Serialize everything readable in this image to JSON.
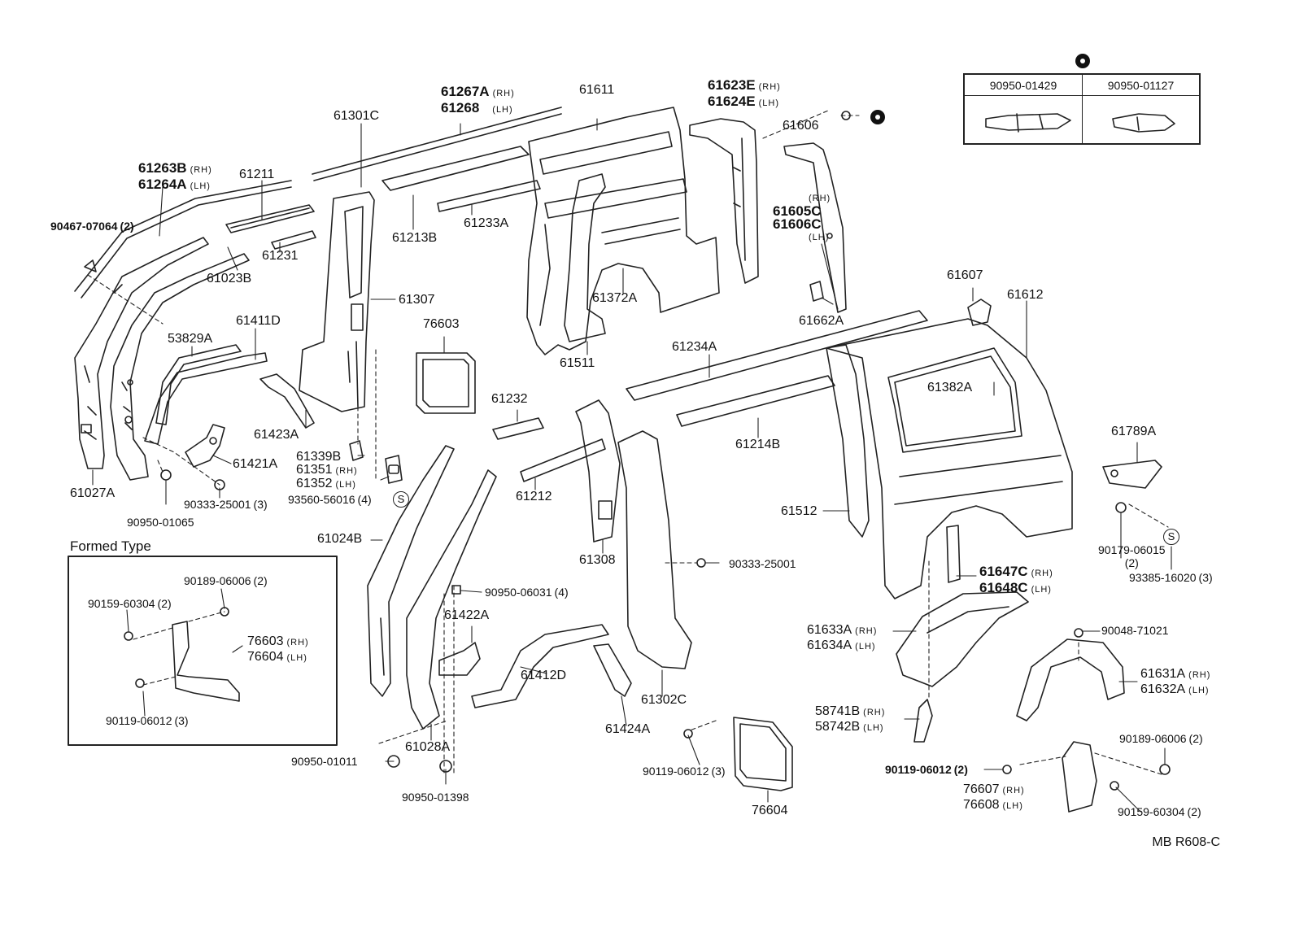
{
  "labels": {
    "p61267A": "61267A",
    "p61268": "61268",
    "p61611": "61611",
    "p61623E": "61623E",
    "p61624E": "61624E",
    "p61301C": "61301C",
    "p61263B": "61263B",
    "p61264A": "61264A",
    "p61211": "61211",
    "p90467": "90467-07064",
    "q90467": "(2)",
    "p61213B": "61213B",
    "p61233A": "61233A",
    "p61606": "61606",
    "p61605C": "61605C",
    "p61606C": "61606C",
    "p61023B": "61023B",
    "p61231": "61231",
    "p61307": "61307",
    "p61372A": "61372A",
    "p61662A": "61662A",
    "p53829A": "53829A",
    "p61411D": "61411D",
    "p76603": "76603",
    "p61511": "61511",
    "p61607": "61607",
    "p61612": "61612",
    "p61234A": "61234A",
    "p61382A": "61382A",
    "p61423A": "61423A",
    "p61232": "61232",
    "p61214B": "61214B",
    "p61789A": "61789A",
    "p61339B": "61339B",
    "p61351": "61351",
    "p61352": "61352",
    "p61421A": "61421A",
    "p90333a": "90333-25001",
    "q90333a": "(3)",
    "p93560": "93560-56016",
    "q93560": "(4)",
    "p61027A": "61027A",
    "p90950_01065": "90950-01065",
    "p61212": "61212",
    "p61024B": "61024B",
    "p61512": "61512",
    "p90179": "90179-06015",
    "q90179": "(2)",
    "p93385": "93385-16020",
    "q93385": "(3)",
    "p61308": "61308",
    "p90333b": "90333-25001",
    "p61647C": "61647C",
    "p61648C": "61648C",
    "p90950_06031": "90950-06031",
    "q90950_06031": "(4)",
    "p61422A": "61422A",
    "p61633A": "61633A",
    "p61634A": "61634A",
    "p90048": "90048-71021",
    "p61412D": "61412D",
    "p61631A": "61631A",
    "p61632A": "61632A",
    "p61302C": "61302C",
    "p61424A": "61424A",
    "p58741B": "58741B",
    "p58742B": "58742B",
    "p61028A": "61028A",
    "p90119_c": "90119-06012",
    "q90119_c": "(3)",
    "p90189_r": "90189-06006",
    "q90189_r": "(2)",
    "p90950_01011": "90950-01011",
    "p90119_r": "90119-06012",
    "q90119_r": "(2)",
    "p76607": "76607",
    "p76608": "76608",
    "p76604_c": "76604",
    "p90159_r": "90159-60304",
    "q90159_r": "(2)",
    "p90950_01398": "90950-01398"
  },
  "sides": {
    "rh": "(RH)",
    "lh": "(LH)"
  },
  "formed": {
    "title": "Formed Type",
    "p90189": "90189-06006",
    "q90189": "(2)",
    "p90159": "90159-60304",
    "q90159": "(2)",
    "p76603": "76603",
    "p76604": "76604",
    "p90119": "90119-06012",
    "q90119": "(3)"
  },
  "callout": {
    "col1": "90950-01429",
    "col2": "90950-01127"
  },
  "symbols": {
    "s": "S"
  },
  "diagram_code": "MB R608-C"
}
